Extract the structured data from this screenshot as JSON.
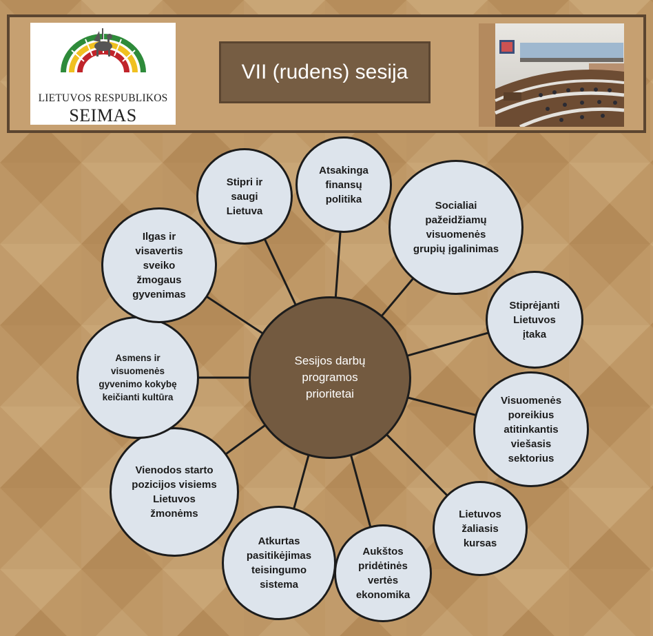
{
  "header": {
    "logo_line1": "LIETUVOS RESPUBLIKOS",
    "logo_line2": "SEIMAS",
    "title": "VII (rudens) sesija"
  },
  "center_label": "Sesijos darbų\nprogramos\nprioritetai",
  "priorities": [
    "Stipri ir\nsaugi\nLietuva",
    "Atsakinga\nfinansų\npolitika",
    "Socialiai\npažeidžiamų\nvisuomenės\ngrupių įgalinimas",
    "Stiprėjanti\nLietuvos\nįtaka",
    "Visuomenės\nporeikius\natitinkantis\nviešasis\nsektorius",
    "Lietuvos\nžaliasis\nkursas",
    "Aukštos\npridėtinės\nvertės\nekonomika",
    "Atkurtas\npasitikėjimas\nteisingumo\nsistema",
    "Vienodos starto\npozicijos visiems\nLietuvos\nžmonėms",
    "Asmens ir\nvisuomenės\ngyvenimo kokybę\nkeičianti kultūra",
    "Ilgas ir\nvisavertis\nsveiko\nžmogaus\ngyvenimas"
  ],
  "colors": {
    "background": "#bf9866",
    "frame": "#5b4530",
    "title_box": "#765d43",
    "center": "#735a40",
    "bubble": "#dde4ec"
  }
}
